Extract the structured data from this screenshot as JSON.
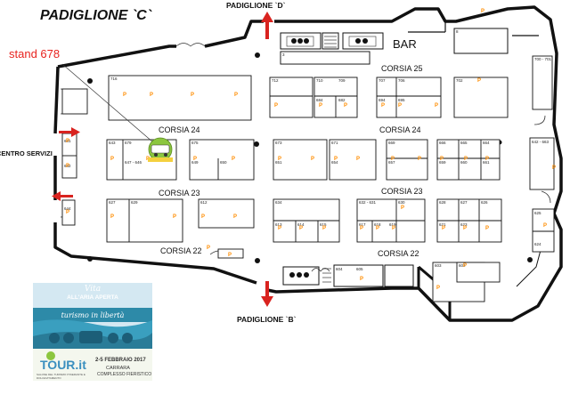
{
  "map": {
    "pavilions": {
      "c": "PADIGLIONE `C`",
      "d": "PADIGLIONE `D`",
      "b": "PADIGLIONE `B`"
    },
    "stand_callout": "stand 678",
    "centro_servizi": "CENTRO SERVIZI",
    "bar": "BAR",
    "aisles": {
      "c25": "CORSIA 25",
      "c24_left": "CORSIA 24",
      "c24_right": "CORSIA 24",
      "c23_left": "CORSIA 23",
      "c23_right": "CORSIA 23",
      "c22_left": "CORSIA 22",
      "c22_right": "CORSIA 22"
    },
    "parking_symbol": "P",
    "colors": {
      "callout": "#e8231f",
      "arrow": "#d9231f",
      "parking": "#ff8c00",
      "wall": "#111111"
    }
  },
  "stand_numbers": {
    "s716": "716",
    "s712": "712",
    "s710": "710",
    "s709": "709",
    "s707": "707",
    "s706": "706",
    "s702": "702",
    "s684": "684",
    "s682": "682",
    "s694": "694",
    "s695": "695",
    "s643": "643",
    "s679": "679",
    "s647_646": "647 - 646",
    "s675": "675",
    "s649": "649",
    "s650": "650",
    "s673": "673",
    "s651": "651",
    "s671": "671",
    "s654": "654",
    "s669": "669",
    "s657": "657",
    "s666": "666",
    "s665": "665",
    "s664": "664",
    "s659": "659",
    "s660": "660",
    "s661": "661",
    "s642_663": "642 - 663",
    "s700_701": "700 - 701",
    "s681": "681",
    "s682b": "682",
    "s644": "644",
    "s627": "627",
    "s629": "629",
    "s612": "612",
    "s634": "634",
    "s613": "613",
    "s614": "614",
    "s615": "615",
    "s632_631": "632 - 631",
    "s630": "630",
    "s617": "617",
    "s618": "618",
    "s619": "619",
    "s628": "628",
    "s627b": "627",
    "s626": "626",
    "s621": "621",
    "s623": "623",
    "s625": "625",
    "s624": "624",
    "s603": "603",
    "s602": "602",
    "s604": "604",
    "s605": "605",
    "s3": "3",
    "s8": "8"
  },
  "ad": {
    "title_1": "Vita",
    "title_2": "ALL'ARIA APERTA",
    "tagline": "turismo in libertà",
    "logo": "TOUR.it",
    "logo_sub": "SALONE DEL TURISMO ITINERANTE E DOLCEVITAMENTO",
    "dates": "2-5 FEBBRAIO 2017",
    "city": "CARRARA",
    "venue": "COMPLESSO FIERISTICO"
  }
}
